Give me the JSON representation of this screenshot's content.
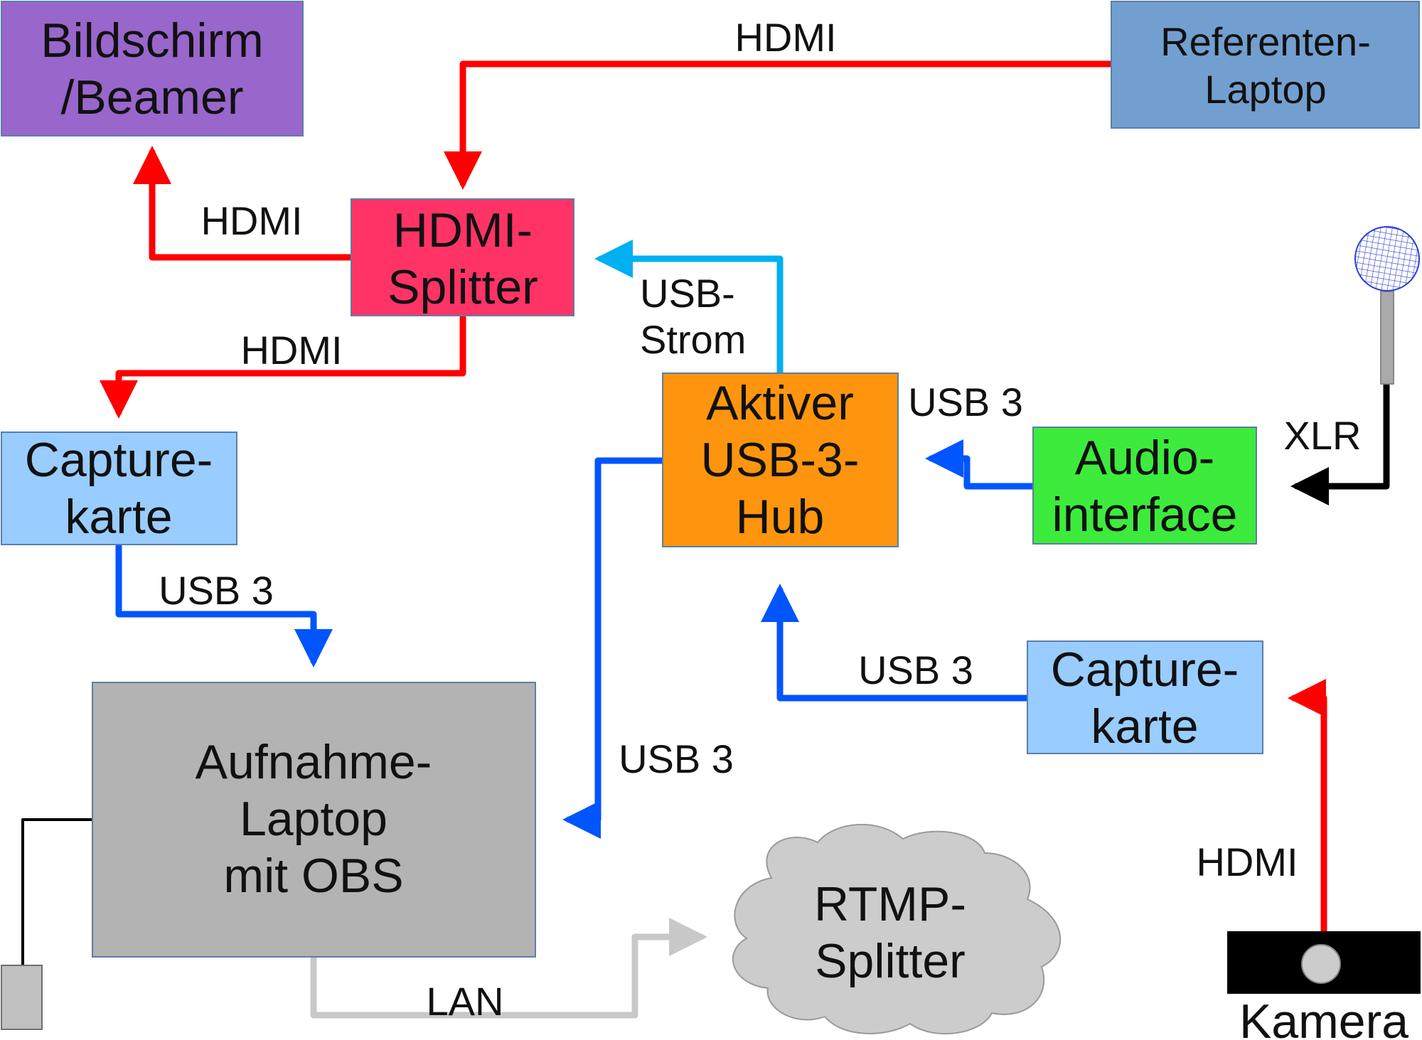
{
  "nodes": {
    "screen": {
      "lines": [
        "Bildschirm",
        "/Beamer"
      ],
      "color": "#9966cc"
    },
    "speaker_laptop": {
      "lines": [
        "Referenten-",
        "Laptop"
      ],
      "color": "#729fcf"
    },
    "hdmi_splitter": {
      "lines": [
        "HDMI-",
        "Splitter"
      ],
      "color": "#ff3366"
    },
    "usb_hub": {
      "lines": [
        "Aktiver",
        "USB-3-",
        "Hub"
      ],
      "color": "#ff950e"
    },
    "audio_interface": {
      "lines": [
        "Audio-",
        "interface"
      ],
      "color": "#3deb3d"
    },
    "capture_card_left": {
      "lines": [
        "Capture-",
        "karte"
      ],
      "color": "#99ccff"
    },
    "capture_card_right": {
      "lines": [
        "Capture-",
        "karte"
      ],
      "color": "#99ccff"
    },
    "recording_laptop": {
      "lines": [
        "Aufnahme-",
        "Laptop",
        "mit OBS"
      ],
      "color": "#b3b3b3"
    },
    "rtmp_splitter": {
      "lines": [
        "RTMP-",
        "Splitter"
      ],
      "color": "#cccccc"
    },
    "camera": {
      "label": "Kamera"
    }
  },
  "edges": {
    "speaker_to_splitter": "HDMI",
    "splitter_to_screen": "HDMI",
    "splitter_to_capture": "HDMI",
    "hub_to_splitter": [
      "USB-",
      "Strom"
    ],
    "audio_to_hub": "USB 3",
    "mic_to_audio": "XLR",
    "capture_to_laptop": "USB 3",
    "hub_to_laptop": "USB 3",
    "capture_right_to_hub": "USB 3",
    "camera_to_capture": "HDMI",
    "laptop_to_rtmp": "LAN"
  },
  "colors": {
    "hdmi": "#ff0000",
    "usb3": "#0055ff",
    "usb_power": "#00b0f0",
    "xlr": "#000000",
    "lan": "#c8c8c8",
    "box_border": "#5b7fa6"
  }
}
